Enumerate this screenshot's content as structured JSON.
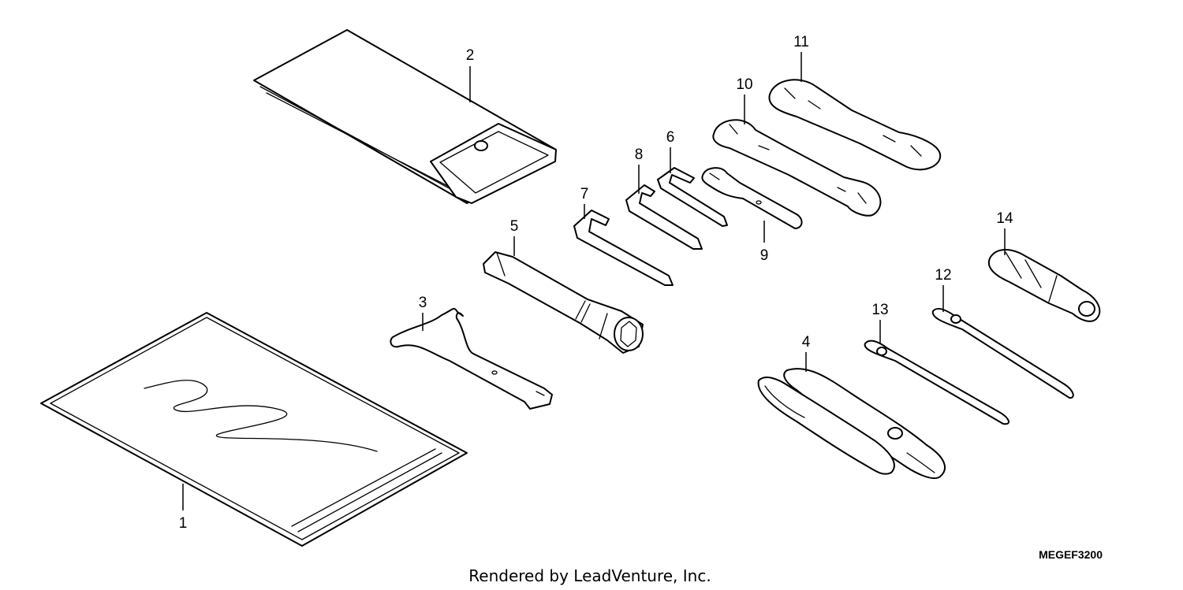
{
  "diagram": {
    "callouts": [
      "1",
      "2",
      "3",
      "4",
      "5",
      "6",
      "7",
      "8",
      "9",
      "10",
      "11",
      "12",
      "13",
      "14"
    ],
    "part_code": "MEGEF3200",
    "credit": "Rendered by LeadVenture, Inc."
  }
}
